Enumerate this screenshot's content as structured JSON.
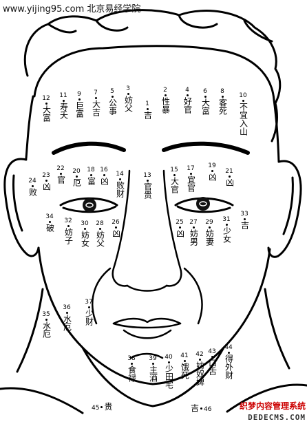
{
  "site_caption": "www.yijing95.com 北京易经学院",
  "watermark": {
    "line1": "织梦内容管理系统",
    "line2": "DEDECMS.COM"
  },
  "points": [
    {
      "id": "p1",
      "num": "1",
      "label": "吉"
    },
    {
      "id": "p2",
      "num": "2",
      "label": "性暴"
    },
    {
      "id": "p3",
      "num": "3",
      "label": "妨父"
    },
    {
      "id": "p4",
      "num": "4",
      "label": "好官"
    },
    {
      "id": "p5",
      "num": "5",
      "label": "公事"
    },
    {
      "id": "p6",
      "num": "6",
      "label": "大富"
    },
    {
      "id": "p7",
      "num": "7",
      "label": "大吉"
    },
    {
      "id": "p8",
      "num": "8",
      "label": "客死"
    },
    {
      "id": "p9",
      "num": "9",
      "label": "巨富"
    },
    {
      "id": "p10",
      "num": "10",
      "label": "不宜入山"
    },
    {
      "id": "p11",
      "num": "11",
      "label": "寿夭"
    },
    {
      "id": "p12",
      "num": "12",
      "label": "大富"
    },
    {
      "id": "p13",
      "num": "13",
      "label": "官贵"
    },
    {
      "id": "p14",
      "num": "14",
      "label": "败财"
    },
    {
      "id": "p15",
      "num": "15",
      "label": "大官"
    },
    {
      "id": "p16",
      "num": "16",
      "label": "凶"
    },
    {
      "id": "p17",
      "num": "17",
      "label": "宜官"
    },
    {
      "id": "p18",
      "num": "18",
      "label": "富"
    },
    {
      "id": "p19",
      "num": "19",
      "label": "凶"
    },
    {
      "id": "p20",
      "num": "20",
      "label": "厄"
    },
    {
      "id": "p21",
      "num": "21",
      "label": "凶"
    },
    {
      "id": "p22",
      "num": "22",
      "label": "官"
    },
    {
      "id": "p23",
      "num": "23",
      "label": "凶"
    },
    {
      "id": "p24",
      "num": "24",
      "label": "败"
    },
    {
      "id": "p25",
      "num": "25",
      "label": "凶"
    },
    {
      "id": "p26",
      "num": "26",
      "label": "凶"
    },
    {
      "id": "p27",
      "num": "27",
      "label": "妨男"
    },
    {
      "id": "p28",
      "num": "28",
      "label": "妨父"
    },
    {
      "id": "p29",
      "num": "29",
      "label": "妨妻"
    },
    {
      "id": "p30",
      "num": "30",
      "label": "妨女"
    },
    {
      "id": "p31",
      "num": "31",
      "label": "少女"
    },
    {
      "id": "p32",
      "num": "32",
      "label": "妨子"
    },
    {
      "id": "p33",
      "num": "33",
      "label": "吉"
    },
    {
      "id": "p34",
      "num": "34",
      "label": "破"
    },
    {
      "id": "p35",
      "num": "35",
      "label": "水厄"
    },
    {
      "id": "p36",
      "num": "36",
      "label": "水厄"
    },
    {
      "id": "p37",
      "num": "37",
      "label": "少财"
    },
    {
      "id": "p38",
      "num": "38",
      "label": "食禄"
    },
    {
      "id": "p39",
      "num": "39",
      "label": "主酒"
    },
    {
      "id": "p40",
      "num": "40",
      "label": "少田宅"
    },
    {
      "id": "p41",
      "num": "41",
      "label": "饿死"
    },
    {
      "id": "p42",
      "num": "42",
      "label": "妨奴婢"
    },
    {
      "id": "p43",
      "num": "43",
      "label": "口舌"
    },
    {
      "id": "p44",
      "num": "44",
      "label": "得外财"
    },
    {
      "id": "p45",
      "num": "45",
      "label": "贵"
    },
    {
      "id": "p46",
      "num": "46",
      "label": "吉"
    }
  ]
}
